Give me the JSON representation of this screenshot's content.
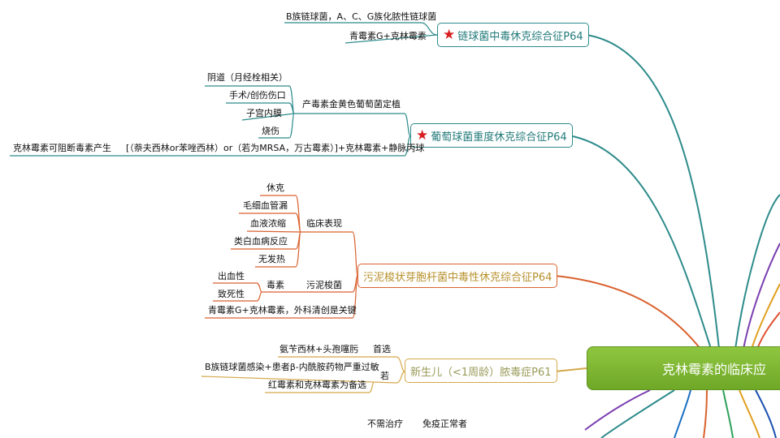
{
  "central_topic": "克林霉素的临床应",
  "branches": {
    "strep": {
      "title": "链球菌中毒休克综合征P64",
      "items": [
        "B族链球菌，A、C、G族化脓性链球菌",
        "青霉素G+克林霉素"
      ]
    },
    "staph": {
      "title": "葡萄球菌重度休克综合征P64",
      "group_label": "产毒素金黄色葡萄菌定植",
      "group_items": [
        "阴道（月经栓相关）",
        "手术/创伤伤口",
        "子宫内膜",
        "烧伤"
      ],
      "treatment": "[（萘夫西林or苯唑西林）or（若为MRSA，万古霉素）]+克林霉素+静脉丙球",
      "treatment_note": "克林霉素可阻断毒素产生"
    },
    "clostridium": {
      "title": "污泥梭状芽胞杆菌中毒性休克综合征P64",
      "clinical_label": "临床表现",
      "clinical_items": [
        "休克",
        "毛细血管漏",
        "血液浓缩",
        "类白血病反应",
        "无发热"
      ],
      "toxin_label": "毒素",
      "toxin_items": [
        "出血性",
        "致死性"
      ],
      "bacteria_label": "污泥梭菌",
      "treatment": "青霉素G+克林霉素，外科清创是关键"
    },
    "neonatal": {
      "title": "新生儿（<1周龄）脓毒症P61",
      "first_label": "首选",
      "first_item": "氨苄西林+头孢噻肟",
      "if_label": "若",
      "if_condition": "B族链球菌感染+患者β-内酰胺药物严重过敏",
      "if_item": "红霉素和克林霉素为备选"
    },
    "bottom": {
      "items": [
        "不需治疗",
        "免疫正常者"
      ]
    }
  },
  "colors": {
    "teal": "#2e8b8b",
    "red": "#d9622f",
    "gold": "#d4a84a",
    "central_green": "#7db632"
  }
}
